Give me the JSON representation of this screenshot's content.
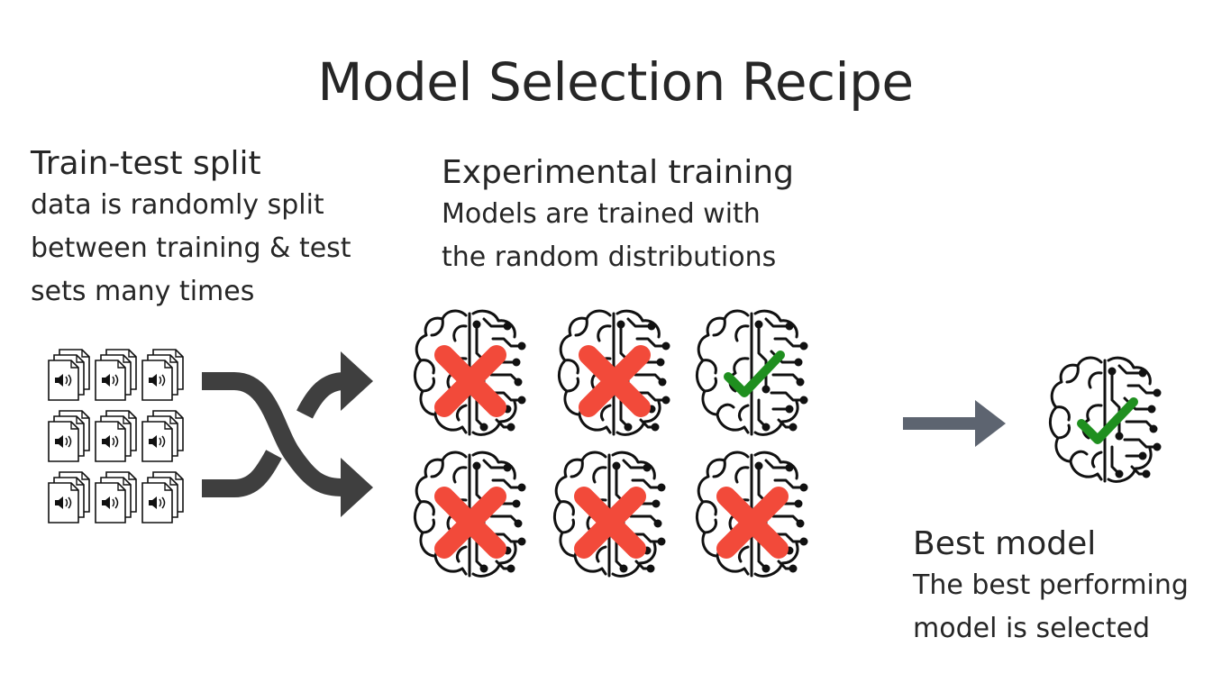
{
  "title": "Model Selection Recipe",
  "sections": {
    "split": {
      "heading": "Train-test split",
      "lines": [
        "data is randomly split",
        "between training & test",
        "sets many times"
      ]
    },
    "training": {
      "heading": "Experimental training",
      "lines": [
        "Models are trained with",
        "the random distributions"
      ]
    },
    "best": {
      "heading": "Best model",
      "lines": [
        "The best performing",
        "model is selected"
      ]
    }
  },
  "icons": {
    "data_files": "audio-file-stack-icon",
    "shuffle": "shuffle-arrows-icon",
    "model": "ai-brain-icon",
    "rejected": "red-cross-icon",
    "selected": "green-check-icon",
    "flow": "arrow-right-icon"
  },
  "models": [
    {
      "row": 1,
      "col": 1,
      "status": "rejected"
    },
    {
      "row": 1,
      "col": 2,
      "status": "rejected"
    },
    {
      "row": 1,
      "col": 3,
      "status": "selected"
    },
    {
      "row": 2,
      "col": 1,
      "status": "rejected"
    },
    {
      "row": 2,
      "col": 2,
      "status": "rejected"
    },
    {
      "row": 2,
      "col": 3,
      "status": "rejected"
    }
  ],
  "best_model": {
    "status": "selected"
  },
  "colors": {
    "text": "#262626",
    "icon_stroke": "#111111",
    "cross": "#f24a3a",
    "check": "#1f8f1f",
    "shuffle": "#3f3f3f",
    "flow_arrow": "#5d6470"
  }
}
